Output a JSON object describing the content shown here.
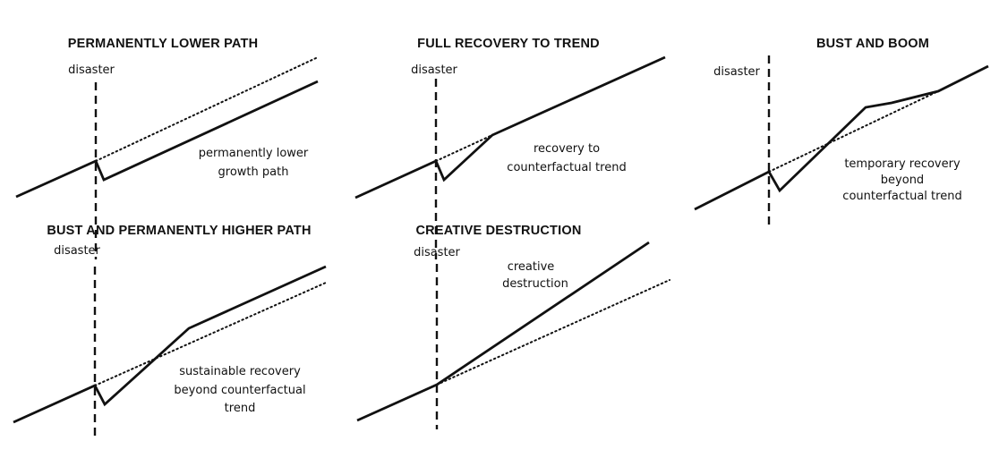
{
  "panels": [
    {
      "title": "PERMANENTLY LOWER  PATH",
      "event_label": "disaster",
      "annotation": [
        "permanently lower",
        "growth path"
      ]
    },
    {
      "title": "FULL RECOVERY TO TREND",
      "event_label": "disaster",
      "annotation": [
        "recovery to",
        "counterfactual trend"
      ]
    },
    {
      "title": "BUST AND BOOM",
      "event_label": "disaster",
      "annotation": [
        "temporary recovery",
        "beyond",
        "counterfactual trend"
      ]
    },
    {
      "title": "BUST AND PERMANENTLY HIGHER PATH",
      "event_label": "disaster",
      "annotation": [
        "sustainable recovery",
        "beyond counterfactual",
        "trend"
      ]
    },
    {
      "title": "CREATIVE DESTRUCTION",
      "event_label": "disaster",
      "annotation": [
        "creative",
        "destruction"
      ]
    }
  ],
  "colors": {
    "line": "#111111",
    "background": "#ffffff"
  }
}
